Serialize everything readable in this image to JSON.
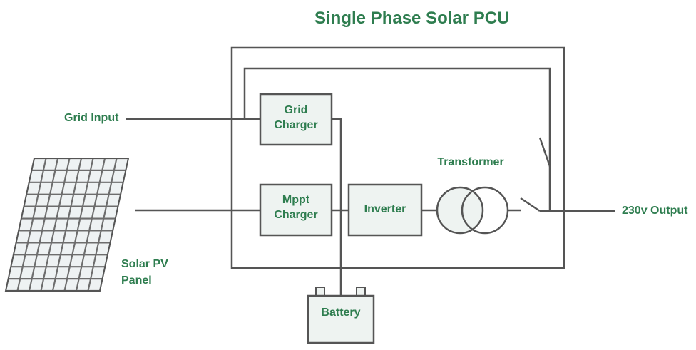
{
  "title": "Single Phase Solar PCU",
  "labels": {
    "grid_input": "Grid Input",
    "solar_pv_line1": "Solar PV",
    "solar_pv_line2": "Panel",
    "output": "230v Output"
  },
  "blocks": {
    "grid_charger_line1": "Grid",
    "grid_charger_line2": "Charger",
    "mppt_charger_line1": "Mppt",
    "mppt_charger_line2": "Charger",
    "inverter": "Inverter",
    "transformer": "Transformer",
    "battery": "Battery"
  },
  "colors": {
    "text": "#2e7d4f",
    "line": "#555555",
    "block_fill": "#eef3f1",
    "panel_cell": "#eef2f3"
  }
}
